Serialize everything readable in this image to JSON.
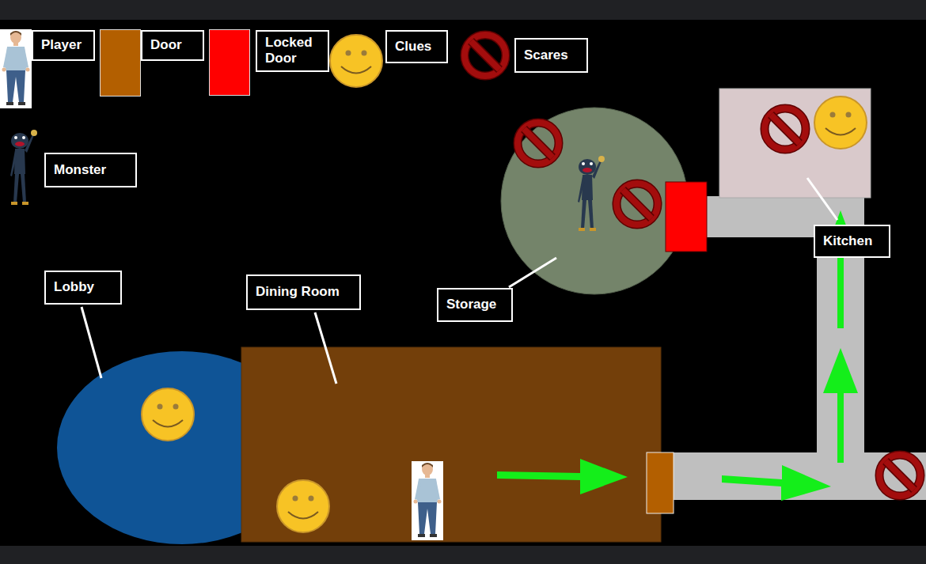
{
  "diagram": {
    "nodes": [
      {
        "text": [
          "Lobby"
        ]
      },
      {
        "text": [
          "Dining Room"
        ]
      },
      {
        "text": [
          "Storage"
        ]
      },
      {
        "text": [
          "Kitchen"
        ]
      }
    ],
    "legend": [
      {
        "text": "Player"
      },
      {
        "text": "Door",
        "color": "#b35f00"
      },
      {
        "text": "Locked Door",
        "color": "#ff0000"
      },
      {
        "text": "Clues"
      },
      {
        "text": "Scares"
      },
      {
        "text": "Monster"
      }
    ]
  }
}
